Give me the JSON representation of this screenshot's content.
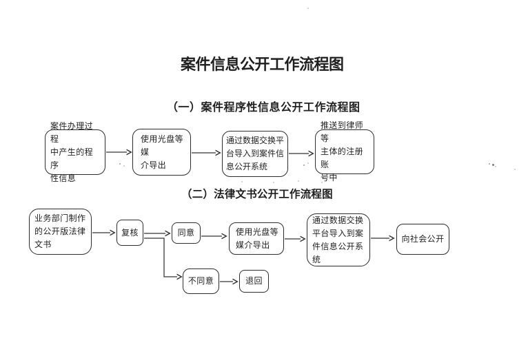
{
  "page": {
    "title": "案件信息公开工作流程图",
    "section1_heading": "（一）案件程序性信息公开工作流程图",
    "section2_heading": "（二）法律文书公开工作流程图"
  },
  "flow1": {
    "source": "案件办理过程\n中产生的程序\n性信息",
    "export": "使用光盘等媒\n介导出",
    "import": "通过数据交换平\n台导入到案件信\n息公开系统",
    "push": "推送到律师等\n主体的注册账\n号中"
  },
  "flow2": {
    "draft": "业务部门制作\n的公开版法律\n文书",
    "review": "复核",
    "agree": "同意",
    "export": "使用光盘等\n媒介导出",
    "import": "通过数据交换\n平台导入到案\n件信息公开系\n统",
    "publish": "向社会公开",
    "disagree": "不同意",
    "return": "退回"
  },
  "colors": {
    "ink": "#1f1f1f",
    "box_border": "#2b2b2b",
    "arrow": "#333333",
    "background": "#ffffff"
  }
}
